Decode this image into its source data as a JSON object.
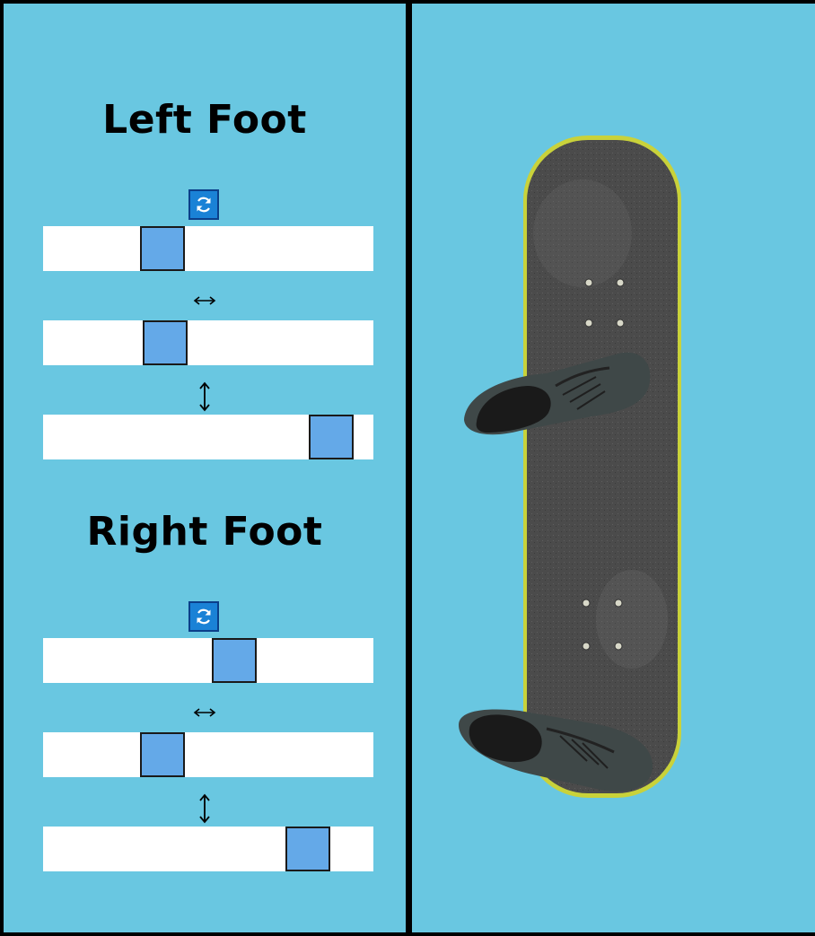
{
  "left_foot": {
    "title": "Left Foot",
    "rotate_icon": "rotate-icon",
    "rotation": 0.34,
    "horizontal_icon": "horizontal-arrow-icon",
    "horizontal": 0.35,
    "vertical_icon": "vertical-arrow-icon",
    "vertical": 0.93
  },
  "right_foot": {
    "title": "Right Foot",
    "rotate_icon": "rotate-icon",
    "rotation": 0.59,
    "horizontal_icon": "horizontal-arrow-icon",
    "horizontal": 0.34,
    "vertical_icon": "vertical-arrow-icon",
    "vertical": 0.85
  },
  "colors": {
    "background": "#69c7e1",
    "track": "#ffffff",
    "thumb": "#64a9e8",
    "rotate_button": "#1a82d6",
    "divider": "#000000",
    "deck": "#4a4a4a",
    "deck_edge": "#c9d23a",
    "shoe": "#3d4646"
  }
}
